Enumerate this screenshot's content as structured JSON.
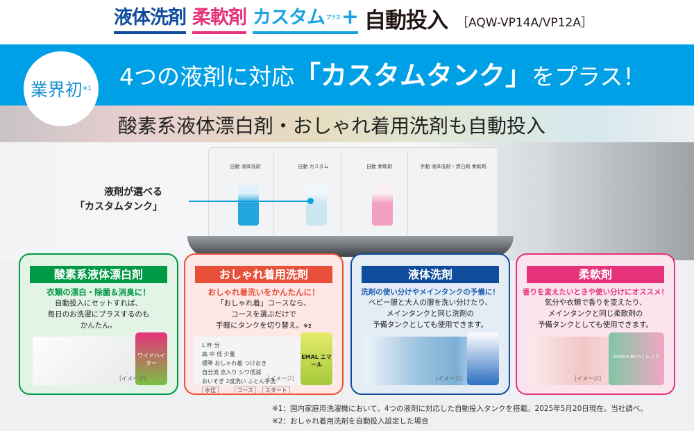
{
  "title": {
    "w1": "液体洗剤",
    "w2": "柔軟剤",
    "w3": "カスタム",
    "w3_plus_ruby": "プラス",
    "w3_plus": "+",
    "w4": "自動投入",
    "model": "［AQW-VP14A/VP12A］"
  },
  "colors": {
    "blue": "#00a0e6",
    "navy": "#0f4c9c",
    "pink": "#e6317b",
    "green": "#009944",
    "red": "#e8503a"
  },
  "badge": {
    "text": "業界初",
    "note": "※1"
  },
  "headline": {
    "pre": "4つの液剤に対応",
    "bold": "「カスタムタンク」",
    "post": "をプラス！"
  },
  "subheadline": "酸素系液体漂白剤・おしゃれ着用洗剤も自動投入",
  "drawer": {
    "slots": [
      "自動 液体洗剤",
      "自動 カスタム",
      "自動 柔軟剤",
      "手動 液体洗剤・漂白剤 柔軟剤"
    ]
  },
  "callout": {
    "line1": "液剤が選べる",
    "line2": "「カスタムタンク」"
  },
  "cards": [
    {
      "title": "酸素系液体漂白剤",
      "lead": "衣類の漂白・除菌＆消臭に！",
      "body": "自動投入にセットすれば、\n毎日のお洗濯にプラスするのも\nかんたん。",
      "tag": "［イメージ］",
      "pack": "ワイドハイター"
    },
    {
      "title": "おしゃれ着用洗剤",
      "lead": "おしゃれ着洗いをかんたんに！",
      "body": "「おしゃれ着」コースなら、\nコースを選ぶだけで\n手軽にタンクを切り替え。",
      "note": "※2",
      "panel": [
        "L 杯 分",
        "高 中 低 少量",
        "標準 おしゃれ着 つけおき",
        "自分流 念入り シワ低減",
        "おいそぎ 2度洗い ふとん手洗",
        "水位",
        "コース",
        "スタート"
      ],
      "tag": "［イメージ］",
      "pack": "EMAL エマール"
    },
    {
      "title": "液体洗剤",
      "lead": "洗剤の使い分けやメインタンクの予備に！",
      "body": "ベビー服と大人の服を洗い分けたり、\nメインタンクと同じ洗剤の\n予備タンクとしても使用できます。",
      "tag": "［イメージ］"
    },
    {
      "title": "柔軟剤",
      "lead": "香りを変えたいときや使い分けにオススメ！",
      "body": "気分や衣類で香りを変えたり、\nメインタンクと同じ柔軟剤の\n予備タンクとしても使用できます。",
      "tag": "［イメージ］",
      "pack": "Aroma Rich / レノア"
    }
  ],
  "notes": [
    "※1：国内家庭用洗濯機において。4つの液剤に対応した自動投入タンクを搭載。2025年5月20日現在。当社調べ。",
    "※2：おしゃれ着用洗剤を自動投入設定した場合"
  ]
}
